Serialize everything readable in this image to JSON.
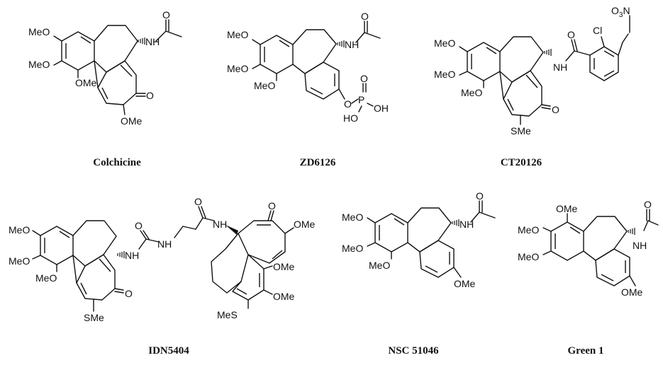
{
  "compounds": [
    {
      "caption": "Colchicine",
      "labels": {
        "meo1": "MeO",
        "meo2": "MeO",
        "ome1": "OMe",
        "nh": "NH",
        "o_acyl": "O",
        "o_keto": "O",
        "ome2": "OMe"
      }
    },
    {
      "caption": "ZD6126",
      "labels": {
        "meo1": "MeO",
        "meo2": "MeO",
        "meo3": "MeO",
        "nh": "NH",
        "o_acyl": "O",
        "o_link": "O",
        "p": "P",
        "o_dbl": "O",
        "oh1": "OH",
        "ho": "HO"
      }
    },
    {
      "caption": "CT20126",
      "labels": {
        "meo1": "MeO",
        "meo2": "MeO",
        "meo3": "MeO",
        "nh": "NH",
        "o_amide": "O",
        "cl": "Cl",
        "o3n_o": "O",
        "o3n_3": "3",
        "o3n_n": "N",
        "o_keto": "O",
        "sme": "SMe"
      }
    },
    {
      "caption": "IDN5404",
      "labels": {
        "meo1": "MeO",
        "meo2": "MeO",
        "meo3": "MeO",
        "nh1": "NH",
        "nh2": "NH",
        "o_urea": "O",
        "o_amide": "O",
        "nh3": "NH",
        "o_keto1": "O",
        "sme1": "SMe",
        "o_keto2": "O",
        "ome_top": "OMe",
        "ome1": "OMe",
        "ome2": "OMe",
        "mes": "MeS"
      }
    },
    {
      "caption": "NSC 51046",
      "labels": {
        "meo1": "MeO",
        "meo2": "MeO",
        "meo3": "MeO",
        "nh": "NH",
        "o_acyl": "O",
        "ome": "OMe"
      }
    },
    {
      "caption": "Green 1",
      "labels": {
        "ome_top": "OMe",
        "meo1": "MeO",
        "meo2": "MeO",
        "nh": "NH",
        "o_acyl": "O",
        "ome": "OMe"
      }
    }
  ]
}
